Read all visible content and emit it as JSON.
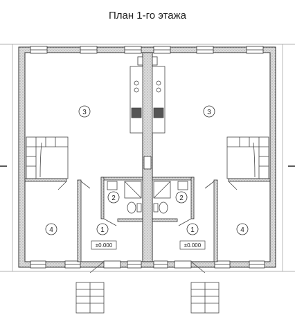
{
  "title": "План 1-го этажа",
  "rooms": {
    "left_1": "1",
    "left_2": "2",
    "left_3": "3",
    "left_4": "4",
    "right_1": "1",
    "right_2": "2",
    "right_3": "3",
    "right_4": "4"
  },
  "levels": {
    "left": "±0.000",
    "right": "±0.000"
  },
  "colors": {
    "wall_fill": "#d9d9d9",
    "line": "#333333",
    "thin": "#777777"
  }
}
